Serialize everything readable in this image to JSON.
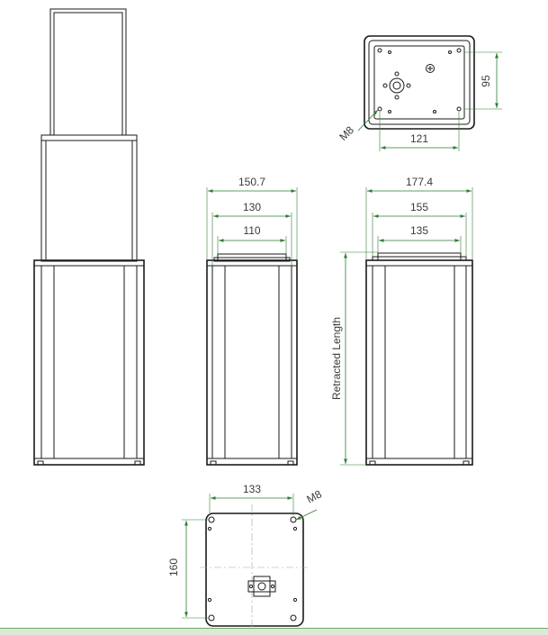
{
  "dimensions": {
    "top_view_height": "95",
    "top_view_width": "121",
    "top_view_thread": "M8",
    "front_outer_width": "150.7",
    "front_middle_width": "130",
    "front_inner_width": "110",
    "side_outer_width": "177.4",
    "side_middle_width": "155",
    "side_inner_width": "135",
    "retracted_length": "Retracted Length",
    "bottom_view_width": "133",
    "bottom_view_height": "160",
    "bottom_view_thread": "M8"
  },
  "colors": {
    "outline": "#1a1a1a",
    "dimension": "#2e7d32",
    "text": "#3a3a3a",
    "footer_band": "#dfe8d6"
  }
}
